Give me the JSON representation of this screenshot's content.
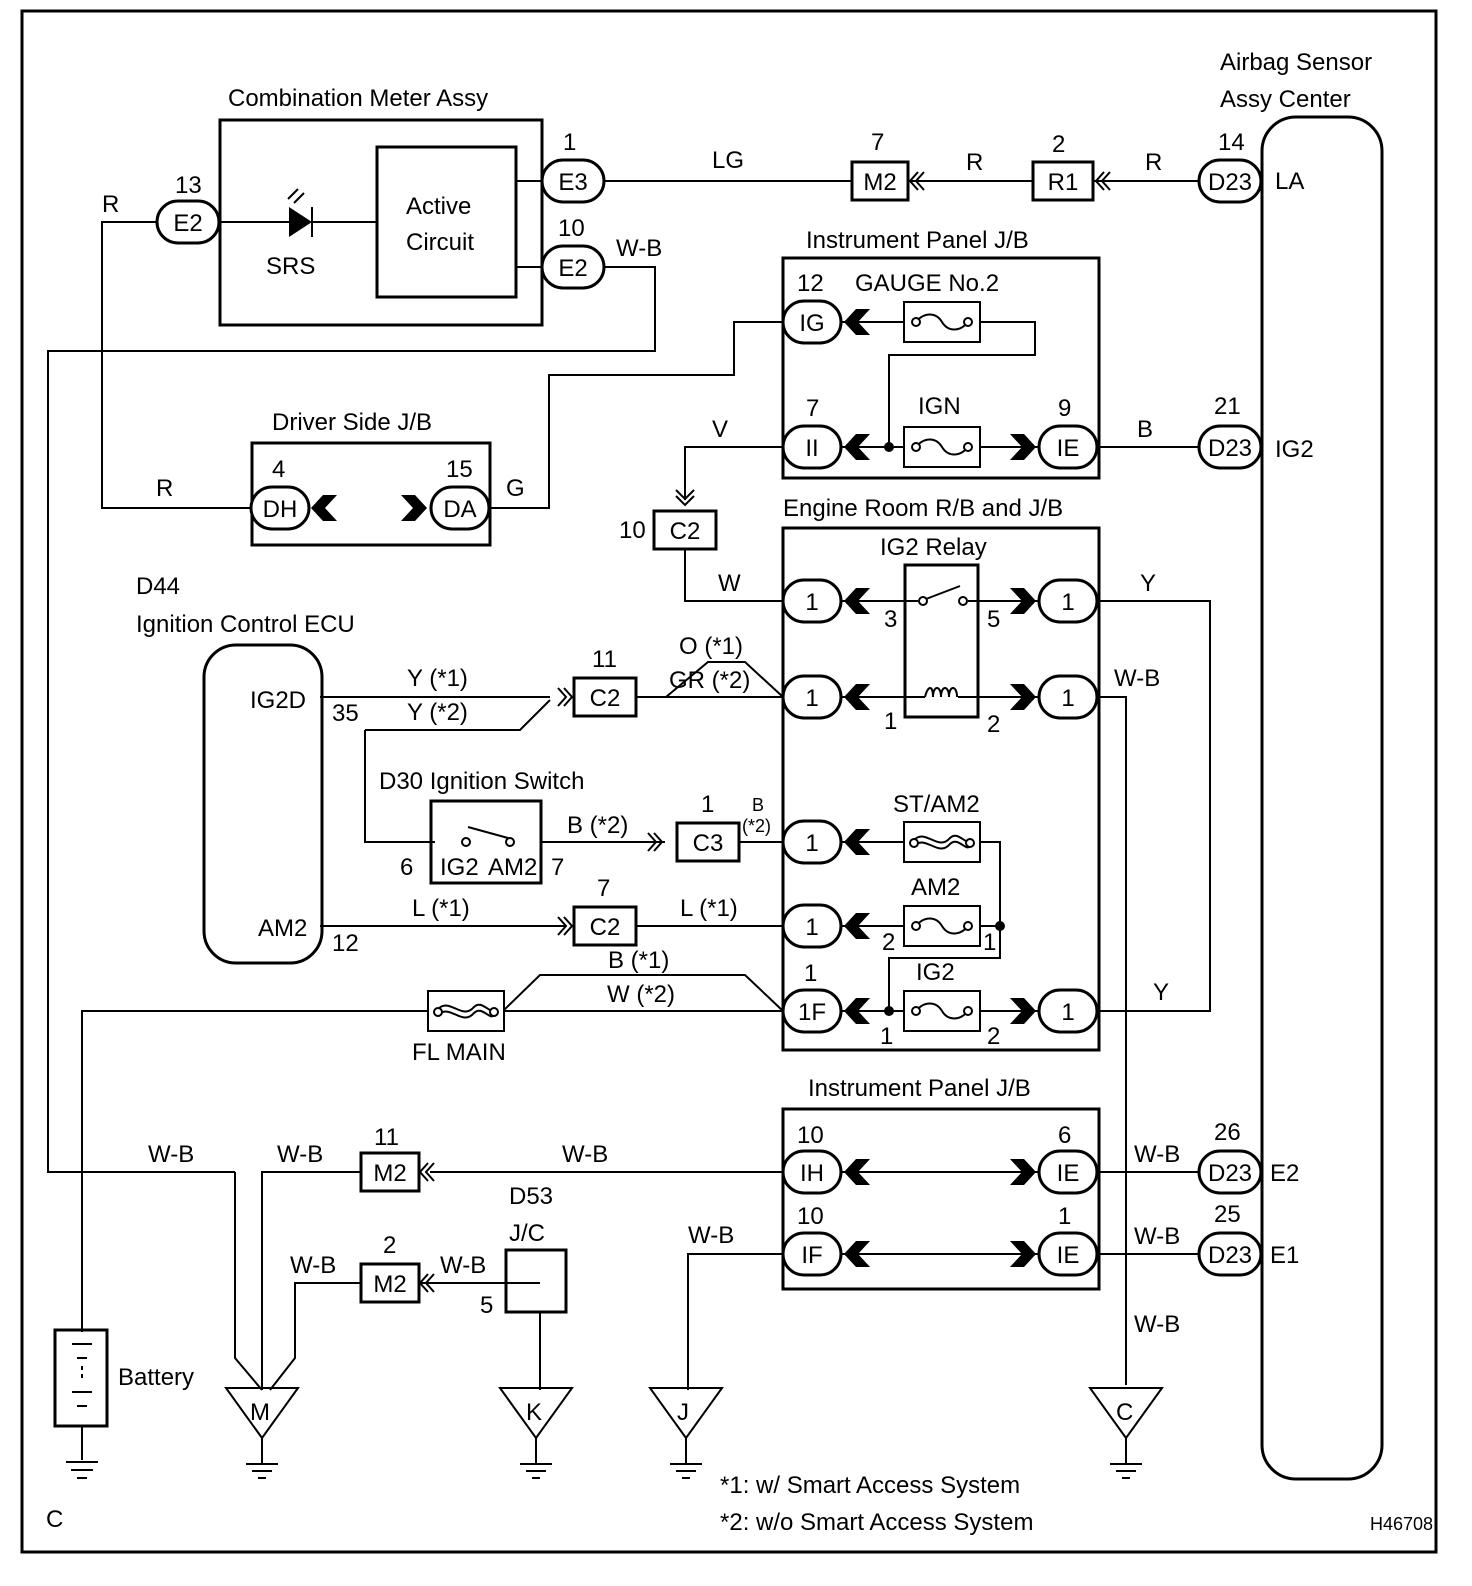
{
  "drawing_id": "H46708",
  "corner_label": "C",
  "notes": [
    "*1: w/ Smart Access System",
    "*2: w/o Smart Access System"
  ],
  "components": {
    "airbag": [
      "Airbag Sensor",
      "Assy Center"
    ],
    "combo_meter": "Combination Meter Assy",
    "active_circuit": [
      "Active",
      "Circuit"
    ],
    "srs": "SRS",
    "ip_jb_top": "Instrument Panel J/B",
    "gauge2": "GAUGE No.2",
    "ign": "IGN",
    "driver_jb": "Driver Side J/B",
    "engine_rb": "Engine Room R/B and J/B",
    "ig2_relay": "IG2 Relay",
    "ecu_id": "D44",
    "ecu_name": "Ignition Control ECU",
    "ig_switch": "D30 Ignition Switch",
    "st_am2": "ST/AM2",
    "am2_fuse": "AM2",
    "ig2_fuse": "IG2",
    "fl_main": "FL MAIN",
    "ip_jb_bottom": "Instrument Panel J/B",
    "jc_id": "D53",
    "jc_name": "J/C",
    "battery": "Battery"
  },
  "airbag_terminals": [
    "LA",
    "IG2",
    "E2",
    "E1"
  ],
  "ecu_terminals": [
    "IG2D",
    "AM2"
  ],
  "switch_terminals": [
    "IG2",
    "AM2"
  ],
  "grounds": [
    "M",
    "K",
    "J",
    "C"
  ],
  "connectors": {
    "meter_e2": "E2",
    "meter_e3": "E3",
    "meter_e2b": "E2",
    "m2_top": "M2",
    "r1": "R1",
    "d23_la": "D23",
    "ig": "IG",
    "ii": "II",
    "ie_top": "IE",
    "d23_ig2": "D23",
    "dh": "DH",
    "da": "DA",
    "c2_10": "C2",
    "c2_11": "C2",
    "c3": "C3",
    "c2_7": "C2",
    "er_1a": "1",
    "er_1b": "1",
    "er_1c": "1",
    "er_1d": "1",
    "er_1e": "1",
    "er_1f": "1",
    "er_1g": "1",
    "er_1f_label": "1F",
    "ih": "IH",
    "ie_b1": "IE",
    "if": "IF",
    "ie_b2": "IE",
    "d23_e2": "D23",
    "d23_e1": "D23",
    "m2_11": "M2",
    "m2_2": "M2"
  },
  "pins": {
    "p13": "13",
    "p1a": "1",
    "p10a": "10",
    "p7a": "7",
    "p2a": "2",
    "p14": "14",
    "p12a": "12",
    "p7b": "7",
    "p9": "9",
    "p21": "21",
    "p4": "4",
    "p15": "15",
    "p10b": "10",
    "p3": "3",
    "p5": "5",
    "p11a": "11",
    "p35": "35",
    "p1b": "1",
    "p2b": "2",
    "p1c": "1",
    "p6": "6",
    "p7c": "7",
    "p7d": "7",
    "p2c": "2",
    "p1d": "1",
    "p12b": "12",
    "p1e": "1",
    "p1f": "1",
    "p2d": "2",
    "p10c": "10",
    "p6b": "6",
    "p26": "26",
    "p10d": "10",
    "p1g": "1",
    "p25": "25",
    "p11b": "11",
    "p2e": "2",
    "p5b": "5"
  },
  "wires": {
    "lg": "LG",
    "r_m2": "R",
    "r_r1": "R",
    "r_left": "R",
    "wb_meter": "W-B",
    "b_ie": "B",
    "v": "V",
    "r_dh": "R",
    "g_da": "G",
    "w_c2": "W",
    "y_top": "Y",
    "o1": "O (*1)",
    "gr2": "GR (*2)",
    "y1": "Y (*1)",
    "y2": "Y (*2)",
    "wb_relay": "W-B",
    "b2": "B (*2)",
    "b2small": "B",
    "b2small2": "(*2)",
    "l1a": "L (*1)",
    "l1b": "L (*1)",
    "b1": "B (*1)",
    "w2": "W (*2)",
    "y_bottom": "Y",
    "wb_g1": "W-B",
    "wb_g2": "W-B",
    "wb_ih": "W-B",
    "wb_if": "W-B",
    "wb_e2": "W-B",
    "wb_e1": "W-B",
    "wb_c": "W-B",
    "wb_m2b": "W-B",
    "wb_jc": "W-B"
  }
}
